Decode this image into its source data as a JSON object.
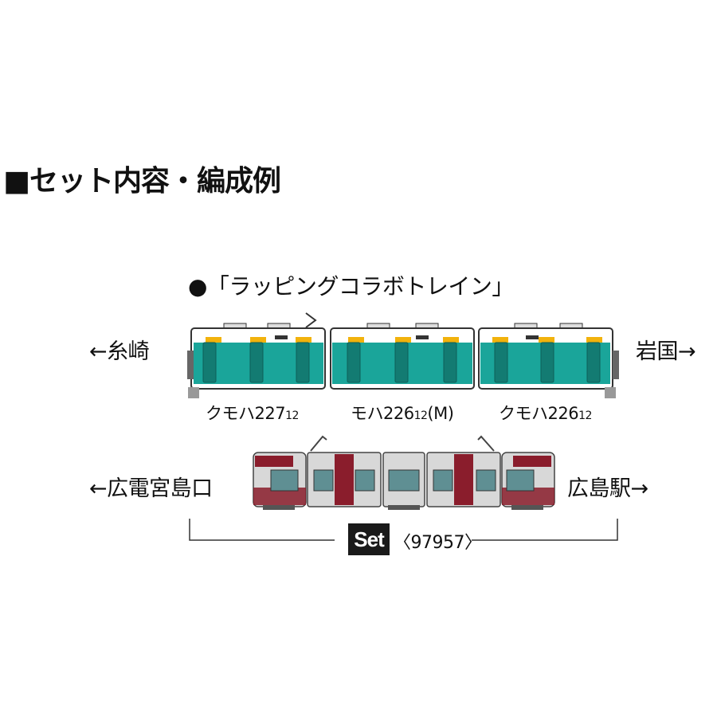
{
  "heading": "■セット内容・編成例",
  "subtitle": "●「ラッピングコラボトレイン」",
  "jr_train": {
    "left_direction": "←糸崎",
    "right_direction": "岩国→",
    "cars": [
      {
        "label": "クモハ227",
        "num": "12",
        "suffix": ""
      },
      {
        "label": "モハ226",
        "num": "12",
        "suffix": "(M)"
      },
      {
        "label": "クモハ226",
        "num": "12",
        "suffix": ""
      }
    ],
    "colors": {
      "body": "#ffffff",
      "band": "#1aa59a",
      "accent": "#f2b20c",
      "outline": "#333333"
    }
  },
  "tram": {
    "left_direction": "←広電宮島口",
    "right_direction": "広島駅→",
    "colors": {
      "body": "#d8d8d8",
      "accent": "#8a1d2c",
      "window": "#5f8f93"
    }
  },
  "set": {
    "badge": "Set",
    "code": "〈97957〉"
  }
}
